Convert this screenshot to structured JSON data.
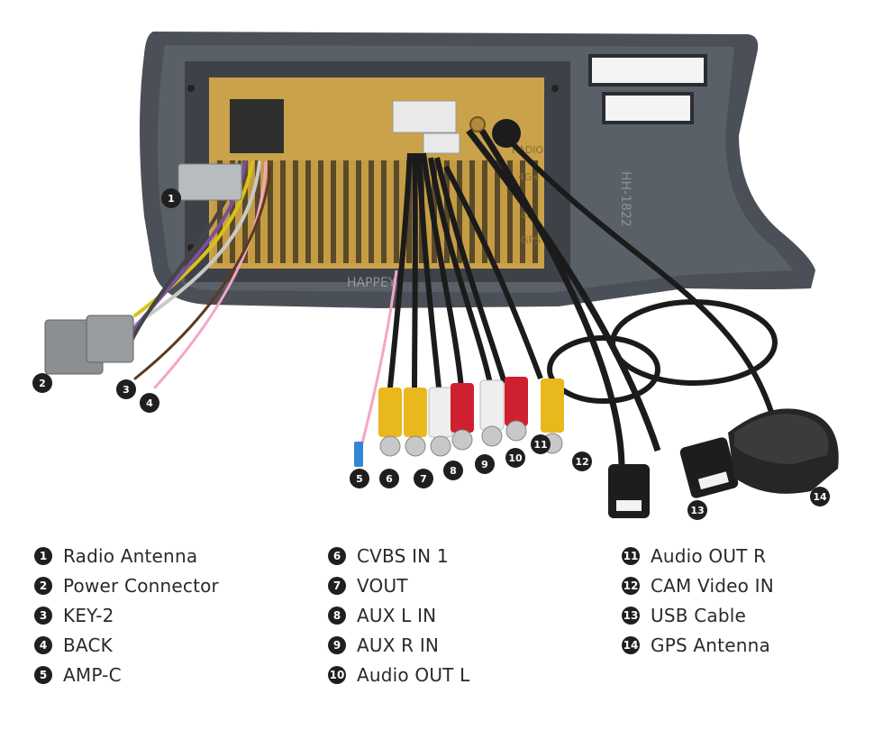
{
  "diagram": {
    "watermark": "HAPPEY",
    "frame_mark": "HH-1822",
    "board_labels": [
      "RADIO",
      "4G+",
      "4G",
      "GPS"
    ],
    "callouts": [
      "1",
      "2",
      "3",
      "4",
      "5",
      "6",
      "7",
      "8",
      "9",
      "10",
      "11",
      "12",
      "13",
      "14"
    ]
  },
  "legend": [
    {
      "num": "1",
      "label": "Radio Antenna"
    },
    {
      "num": "2",
      "label": "Power Connector"
    },
    {
      "num": "3",
      "label": "KEY-2"
    },
    {
      "num": "4",
      "label": "BACK"
    },
    {
      "num": "5",
      "label": "AMP-C"
    },
    {
      "num": "6",
      "label": "CVBS IN 1"
    },
    {
      "num": "7",
      "label": "VOUT"
    },
    {
      "num": "8",
      "label": "AUX L IN"
    },
    {
      "num": "9",
      "label": "AUX R IN"
    },
    {
      "num": "10",
      "label": "Audio OUT L"
    },
    {
      "num": "11",
      "label": "Audio OUT R"
    },
    {
      "num": "12",
      "label": "CAM Video IN"
    },
    {
      "num": "13",
      "label": "USB Cable"
    },
    {
      "num": "14",
      "label": "GPS Antenna"
    }
  ],
  "colors": {
    "frame": "#4b5058",
    "board": "#c9a24a",
    "yellow_rca": "#e8b81c",
    "red_rca": "#cf2030",
    "white_rca": "#eeeeee",
    "badge": "#1f1f1f"
  }
}
